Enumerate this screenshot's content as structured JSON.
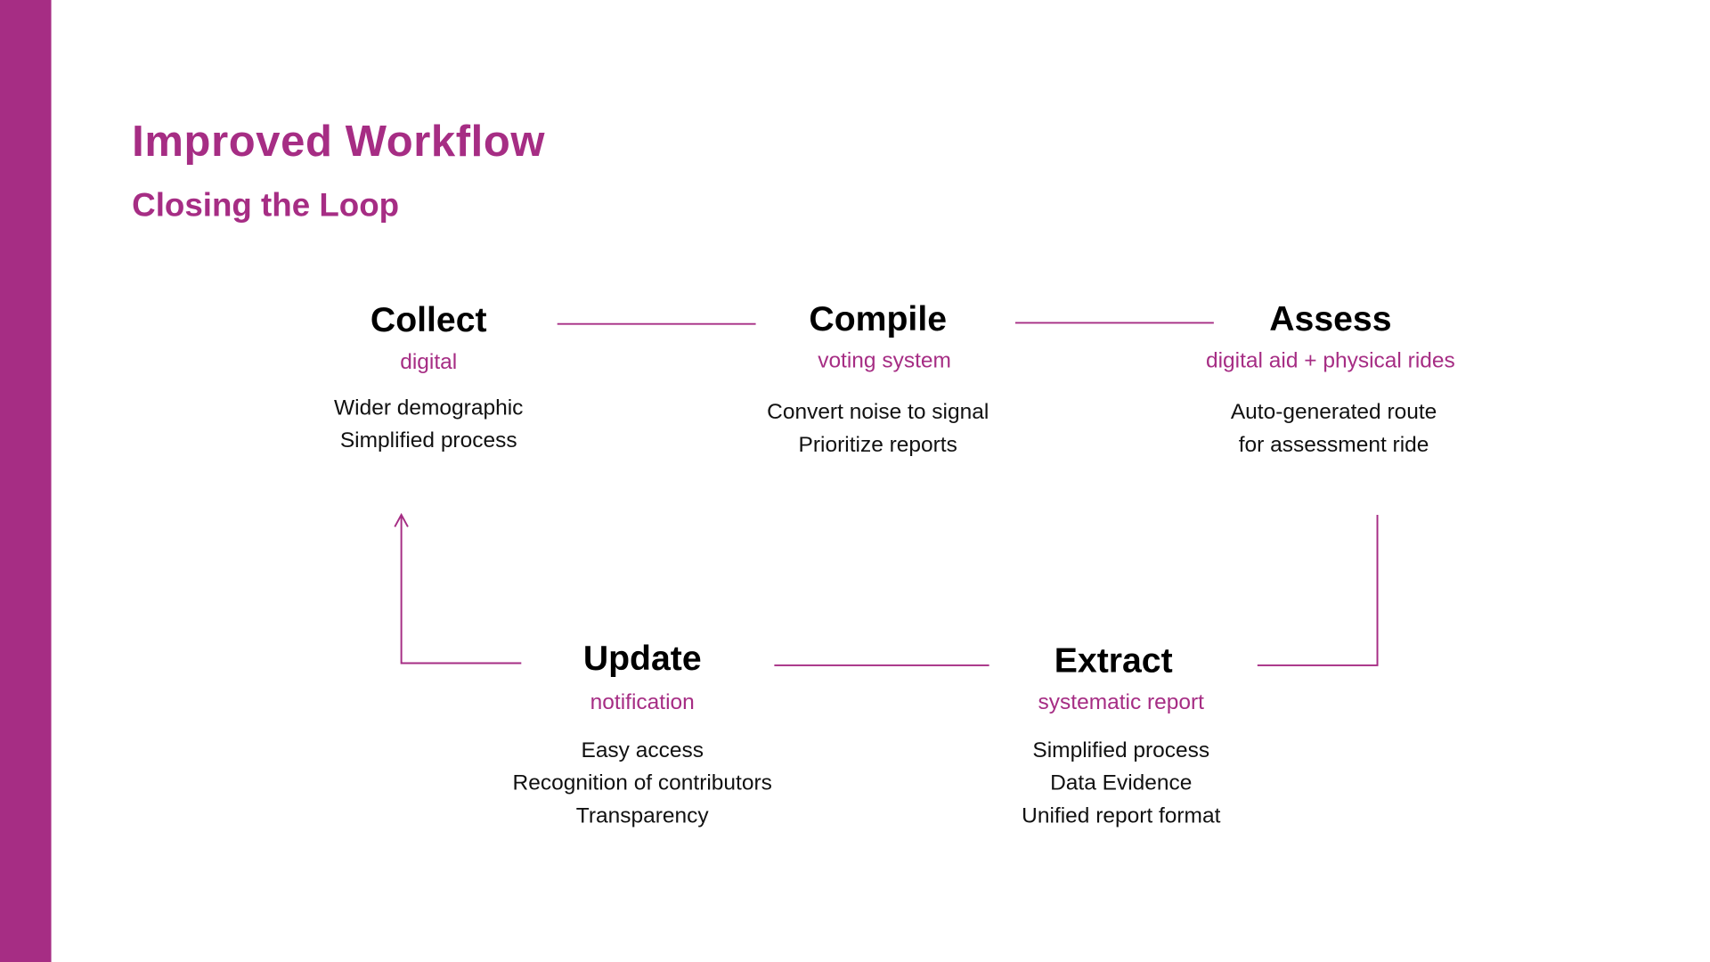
{
  "colors": {
    "accent": "#a62d84",
    "text": "#000000"
  },
  "header": {
    "title": "Improved Workflow",
    "subtitle": "Closing the Loop"
  },
  "steps": [
    {
      "title": "Collect",
      "subtitle": "digital",
      "points": [
        "Wider demographic",
        "Simplified process"
      ]
    },
    {
      "title": "Compile",
      "subtitle": "voting system",
      "points": [
        "Convert noise to signal",
        "Prioritize reports"
      ]
    },
    {
      "title": "Assess",
      "subtitle": "digital aid + physical rides",
      "points": [
        "Auto-generated route",
        "for assessment ride"
      ]
    },
    {
      "title": "Extract",
      "subtitle": "systematic report",
      "points": [
        "Simplified process",
        "Data Evidence",
        "Unified report format"
      ]
    },
    {
      "title": "Update",
      "subtitle": "notification",
      "points": [
        "Easy access",
        "Recognition of contributors",
        "Transparency"
      ]
    }
  ]
}
